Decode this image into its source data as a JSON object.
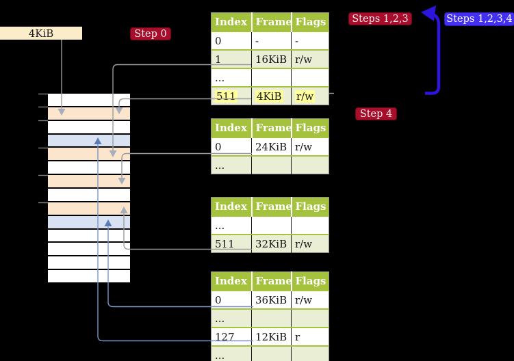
{
  "diagram": {
    "page_size_label": "4KiB",
    "badges": {
      "step0": "Step 0",
      "steps123": "Steps 1,2,3",
      "steps1234": "Steps 1,2,3,4",
      "step4": "Step 4"
    },
    "colors": {
      "background": "#000000",
      "header_green": "#a4c23b",
      "row_green": "#e9eed5",
      "row_white": "#ffffff",
      "highlight_yellow": "#ffff9c",
      "frame_orange": "#fce5cd",
      "frame_blue": "#d9e2f3",
      "label_wheat": "#fbedca",
      "badge_red": "#a80d2b",
      "badge_blue": "#4331ef",
      "arrow_blue": "#2d15dd",
      "connector_gray": "#9b9b9b",
      "connector_blue": "#7b96c4",
      "gray_arrowhead": "#a6adbb",
      "blue_arrowhead": "#5a7cb8",
      "tick_gray": "#828282"
    },
    "memory": {
      "rows": [
        "white",
        "orange",
        "white",
        "blue",
        "orange",
        "white",
        "orange",
        "white",
        "orange",
        "blue",
        "white",
        "white",
        "white",
        "white"
      ]
    },
    "tables": [
      {
        "name": "page-table-root",
        "headers": [
          "Index",
          "Frame",
          "Flags"
        ],
        "rows": [
          {
            "cells": [
              "0",
              "-",
              "-"
            ],
            "highlight": false
          },
          {
            "cells": [
              "1",
              "16KiB",
              "r/w"
            ],
            "highlight": false
          },
          {
            "cells": [
              "...",
              "",
              ""
            ],
            "highlight": false
          },
          {
            "cells": [
              "511",
              "4KiB",
              "r/w"
            ],
            "highlight": true
          }
        ]
      },
      {
        "name": "page-table-level2",
        "headers": [
          "Index",
          "Frame",
          "Flags"
        ],
        "rows": [
          {
            "cells": [
              "0",
              "24KiB",
              "r/w"
            ],
            "highlight": false
          },
          {
            "cells": [
              "...",
              "",
              ""
            ],
            "highlight": false
          }
        ]
      },
      {
        "name": "page-table-level3",
        "headers": [
          "Index",
          "Frame",
          "Flags"
        ],
        "rows": [
          {
            "cells": [
              "...",
              "",
              ""
            ],
            "highlight": false
          },
          {
            "cells": [
              "511",
              "32KiB",
              "r/w"
            ],
            "highlight": false
          }
        ]
      },
      {
        "name": "page-table-level4",
        "headers": [
          "Index",
          "Frame",
          "Flags"
        ],
        "rows": [
          {
            "cells": [
              "0",
              "36KiB",
              "r/w"
            ],
            "highlight": false
          },
          {
            "cells": [
              "...",
              "",
              ""
            ],
            "highlight": false
          },
          {
            "cells": [
              "127",
              "12KiB",
              "r"
            ],
            "highlight": false
          },
          {
            "cells": [
              "...",
              "",
              ""
            ],
            "highlight": false
          }
        ]
      }
    ]
  }
}
